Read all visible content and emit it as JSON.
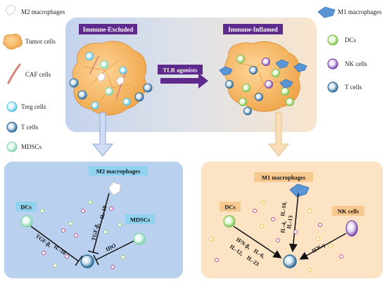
{
  "legend_left": {
    "m2": "M2 macrophages",
    "tumor": "Tumor cells",
    "caf": "CAF cells",
    "treg": "Treg cells",
    "tcell": "T cells",
    "mdsc": "MDSCs"
  },
  "legend_right": {
    "m1": "M1 macrophages",
    "dc": "DCs",
    "nk": "NK cells",
    "tcell": "T cells"
  },
  "top_panel": {
    "excluded_label": "Immune-Excluded",
    "inflamed_label": "Immune-Inflamed",
    "arrow_label": "TLR agonists"
  },
  "bottom_left": {
    "m2_label": "M2 macrophages",
    "dcs_label": "DCs",
    "mdscs_label": "MDSCs",
    "dc_cytokines_1": "TGF-β,",
    "dc_cytokines_2": "IL-10",
    "m2_cytokines_1": "TGF-β,",
    "m2_cytokines_2": "IL-10",
    "mdsc_cytokine": "IDO"
  },
  "bottom_right": {
    "m1_label": "M1 macrophages",
    "dcs_label": "DCs",
    "nk_label": "NK cells",
    "dc_cytokines_1": "IFN-β,",
    "dc_cytokines_2": "IL-6,",
    "dc_cytokines_3": "IL-12,",
    "dc_cytokines_4": "IL-23",
    "m1_cytokines_1": "IL-4,",
    "m1_cytokines_2": "IL-10,",
    "m1_cytokines_3": "IL-13",
    "nk_cytokine": "IFN-γ"
  },
  "colors": {
    "top_panel_left": "#c9d6ee",
    "top_panel_right": "#f8e6cf",
    "bottom_left_bg": "#b9d0ef",
    "bottom_right_bg": "#fbe3c4",
    "label_purple": "#5e2a8c",
    "arrow_down_blue": "#cfdcf4",
    "arrow_down_peach": "#f9dfb8",
    "tumor": "#f4b256",
    "dc_green": "#8fd16a",
    "nk_purple": "#8a5cb8",
    "tcell_blue": "#3b78a8",
    "treg_cyan": "#7fd3ef",
    "mdsc_mint": "#9fe3c2",
    "m1_blue": "#5a96d6",
    "label_box_blue": "#8fd3ef",
    "label_box_peach": "#f7c98e"
  }
}
